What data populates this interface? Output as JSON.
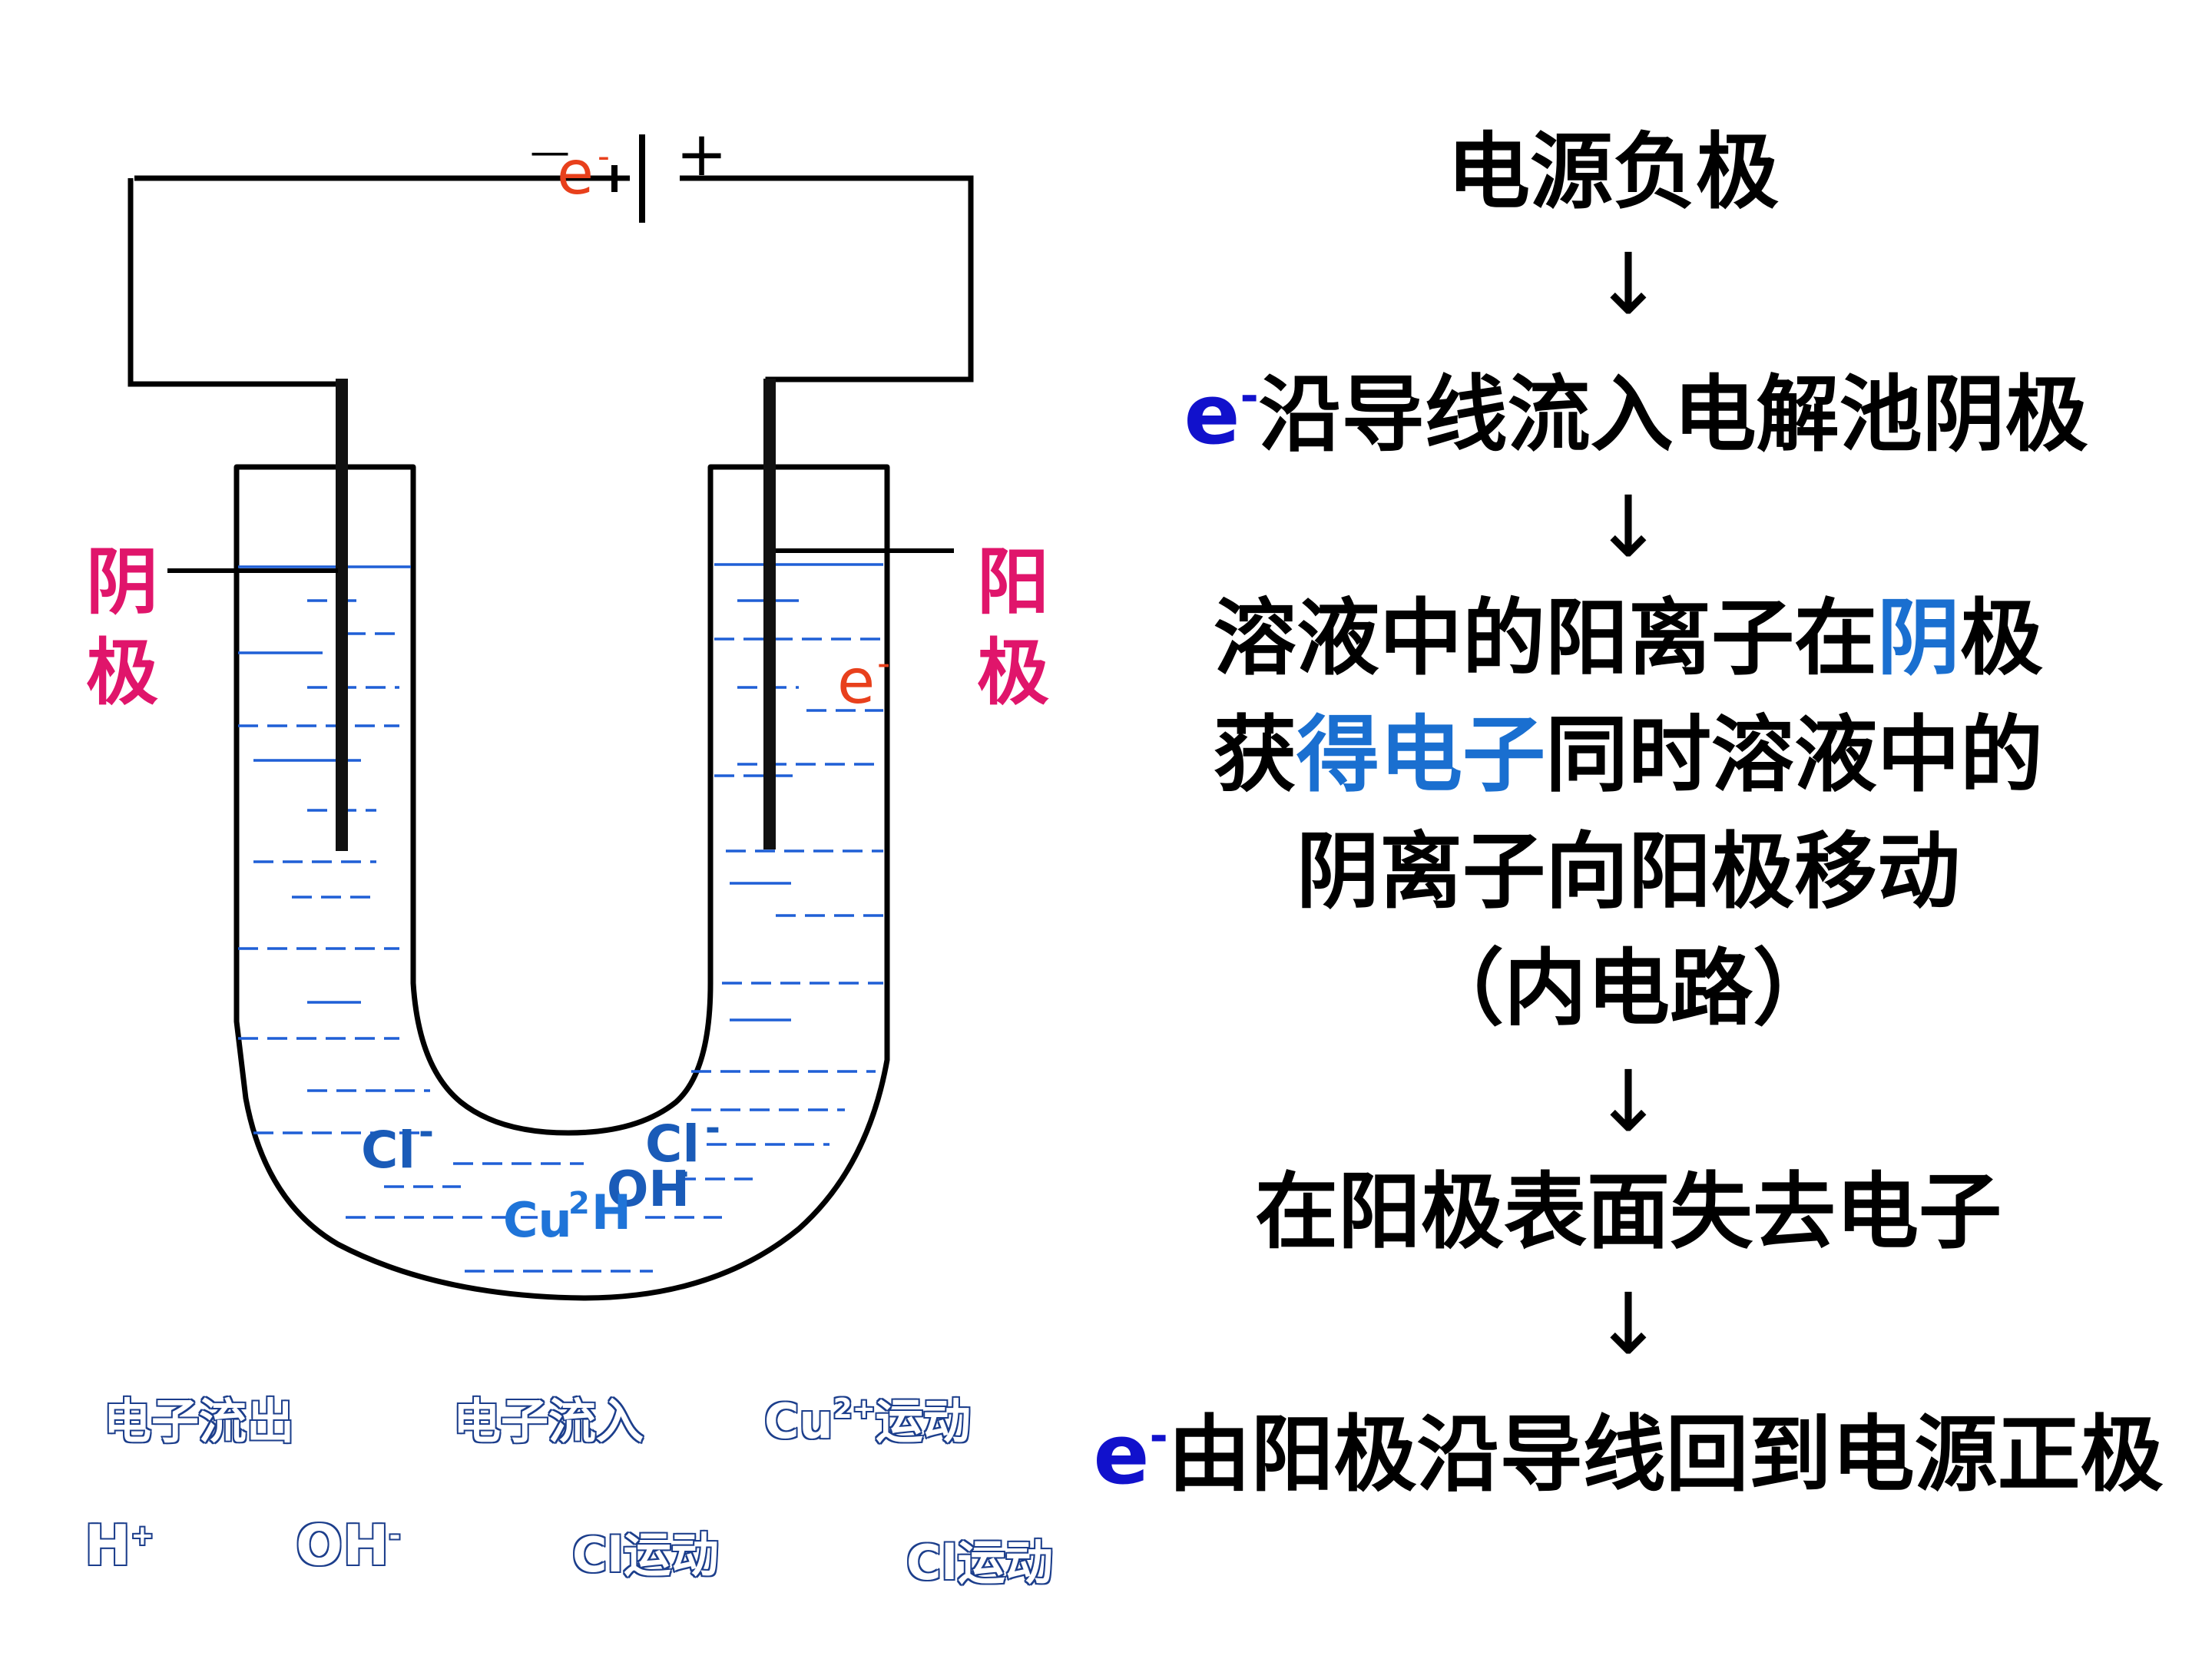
{
  "labels": {
    "cathode": [
      "阴",
      "极"
    ],
    "anode": [
      "阳",
      "极"
    ],
    "battery_negative": "—",
    "battery_positive": "+",
    "electron_top": "e",
    "electron_right": "e",
    "minus": "-"
  },
  "ions": {
    "cl_left": "Cl",
    "cl_right": "Cl",
    "minus": "-",
    "cu": "Cu",
    "cu_sup": "2",
    "h": "H",
    "oh": "OH",
    "oh_minus": "-"
  },
  "flow": {
    "step1": "电源负极",
    "arrow": "↓",
    "step2_e": "e",
    "step2_sup": "-",
    "step2": "沿导线流入电解池阴极",
    "step3_line1_a": " 溶液中的阳离子在",
    "step3_line1_hl": "阴",
    "step3_line1_b": "极",
    "step3_line2_a": "获",
    "step3_line2_hl": "得电子",
    "step3_line2_b": "同时溶液中的",
    "step3_line3": "阴离子向阳极移动",
    "step3_line4": "（内电路）",
    "step4": "在阳极表面失去电子",
    "step5_e": "e",
    "step5_sup": "-",
    "step5": "由阳极沿导线回到电源正极"
  },
  "legend": {
    "row1": {
      "electron_out": "电子流出",
      "electron_in": "电子流入",
      "cu_motion_a": "Cu",
      "cu_motion_sup": "2+",
      "cu_motion_b": "运动"
    },
    "row2": {
      "h_a": "H",
      "h_sup": "+",
      "oh_a": "OH",
      "oh_sup": "-",
      "cl_motion_1": "Cl运动",
      "cl_motion_2": "Cl运动"
    }
  },
  "colors": {
    "wire": "#000000",
    "electrode": "#111111",
    "solution_dash": "#1f5fd6",
    "electrode_label": "#e0156b",
    "electron": "#e8401c",
    "ion": "#1a5bb8",
    "highlight": "#1a6fd0",
    "e_blue": "#1111cc"
  }
}
